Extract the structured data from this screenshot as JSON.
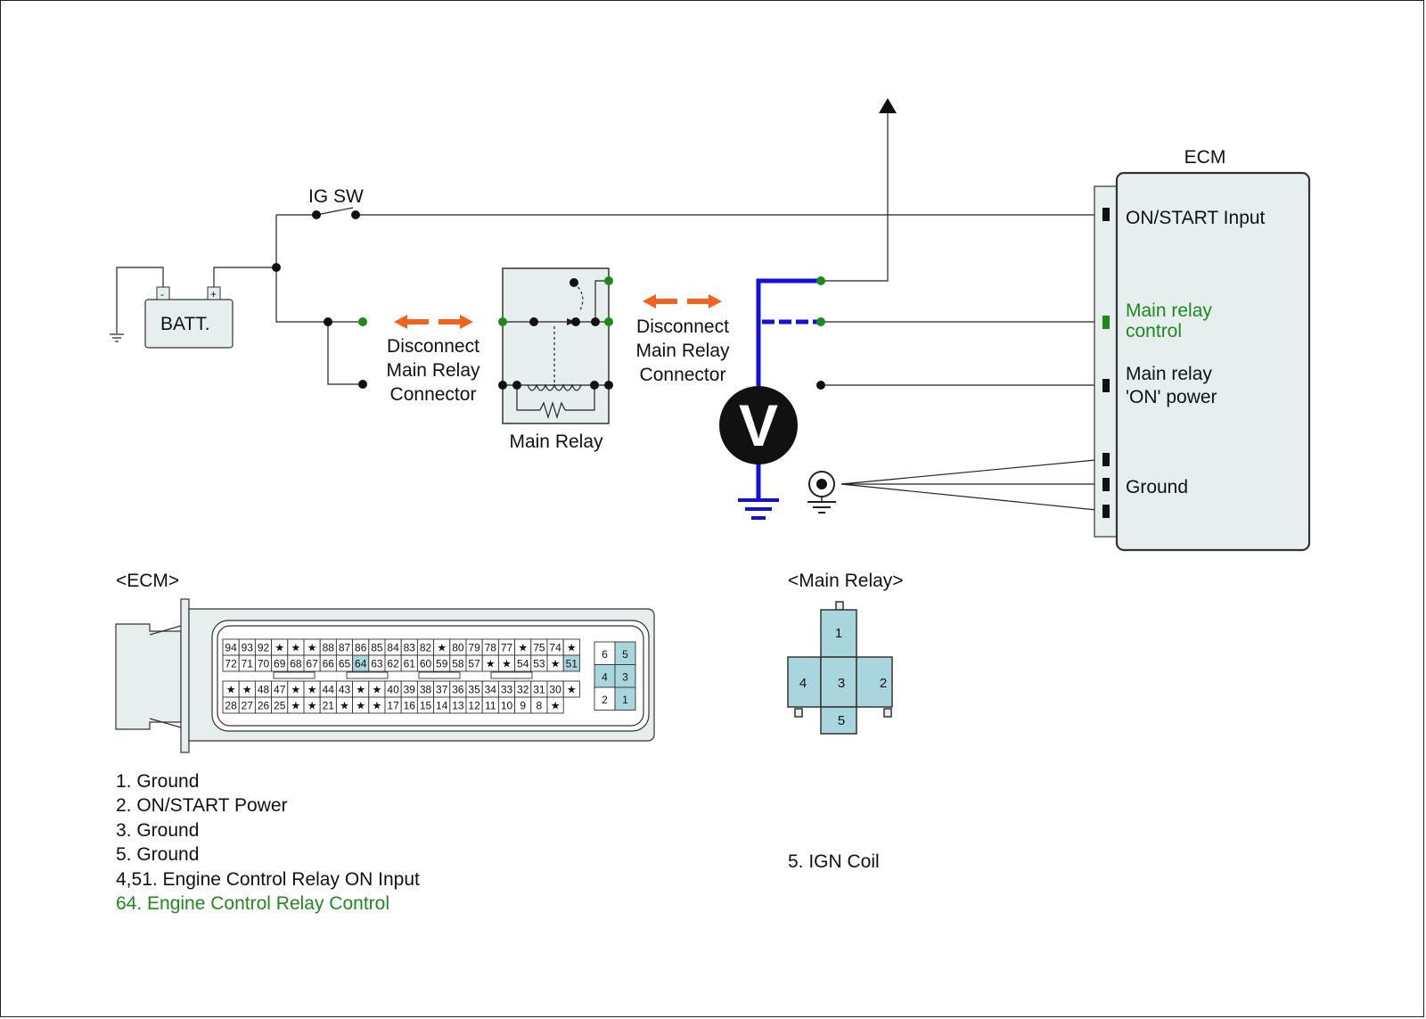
{
  "labels": {
    "ig_sw": "IG SW",
    "batt": "BATT.",
    "batt_minus": "-",
    "batt_plus": "+",
    "disconnect_left": [
      "Disconnect",
      "Main Relay",
      "Connector"
    ],
    "disconnect_right": [
      "Disconnect",
      "Main Relay",
      "Connector"
    ],
    "main_relay": "Main Relay",
    "voltmeter": "V",
    "ecm_title": "ECM",
    "ecm_on_start": "ON/START Input",
    "ecm_main_relay_control": [
      "Main relay",
      "control"
    ],
    "ecm_main_relay_on_power": [
      "Main relay",
      "'ON' power"
    ],
    "ecm_ground": "Ground"
  },
  "ecm_connector": {
    "title": "<ECM>",
    "row1": [
      "94",
      "93",
      "92",
      "★",
      "★",
      "★",
      "88",
      "87",
      "86",
      "85",
      "84",
      "83",
      "82",
      "★",
      "80",
      "79",
      "78",
      "77",
      "★",
      "75",
      "74",
      "★"
    ],
    "row2": [
      "72",
      "71",
      "70",
      "69",
      "68",
      "67",
      "66",
      "65",
      "64",
      "63",
      "62",
      "61",
      "60",
      "59",
      "58",
      "57",
      "★",
      "★",
      "54",
      "53",
      "★",
      "51"
    ],
    "row3": [
      "★",
      "★",
      "48",
      "47",
      "★",
      "★",
      "44",
      "43",
      "★",
      "★",
      "40",
      "39",
      "38",
      "37",
      "36",
      "35",
      "34",
      "33",
      "32",
      "31",
      "30",
      "★"
    ],
    "row4": [
      "28",
      "27",
      "26",
      "25",
      "★",
      "★",
      "21",
      "★",
      "★",
      "★",
      "17",
      "16",
      "15",
      "14",
      "13",
      "12",
      "11",
      "10",
      "9",
      "8",
      "★"
    ],
    "side_block": [
      [
        "6",
        "5"
      ],
      [
        "4",
        "3"
      ],
      [
        "2",
        "1"
      ]
    ],
    "highlight_pins": [
      "64",
      "51",
      "5",
      "4",
      "3",
      "1"
    ]
  },
  "relay_connector": {
    "title": "<Main Relay>",
    "pins": [
      "1",
      "2",
      "3",
      "4",
      "5"
    ]
  },
  "ecm_legend": [
    {
      "text": "1. Ground",
      "color": "#111111"
    },
    {
      "text": "2. ON/START Power",
      "color": "#111111"
    },
    {
      "text": "3. Ground",
      "color": "#111111"
    },
    {
      "text": "5. Ground",
      "color": "#111111"
    },
    {
      "text": "4,51. Engine Control Relay ON Input",
      "color": "#111111"
    },
    {
      "text": "64. Engine Control Relay Control",
      "color": "#1e8a1e"
    }
  ],
  "relay_legend": [
    {
      "text": "5. IGN Coil"
    }
  ],
  "colors": {
    "wire": "#222222",
    "blue_wire": "#1010e0",
    "green_dot": "#1e8a1e",
    "orange_arrow": "#f0641e",
    "box_fill": "#e6eeee",
    "pin_highlight": "#a9d6dc"
  }
}
